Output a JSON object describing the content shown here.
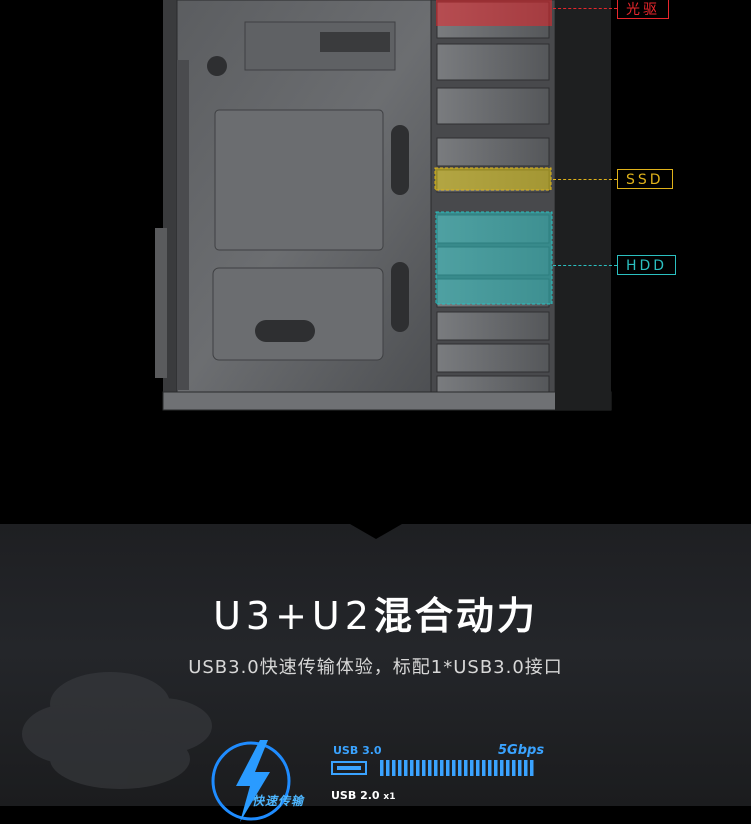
{
  "callouts": {
    "optical": {
      "label": "光驱",
      "color": "#e8262c"
    },
    "ssd": {
      "label": "SSD",
      "color": "#e0b21a"
    },
    "hdd": {
      "label": "HDD",
      "color": "#2bbfc0"
    }
  },
  "promo": {
    "headline_latin": "U3+U2",
    "headline_cn": "混合动力",
    "subline": "USB3.0快速传输体验，标配1*USB3.0接口"
  },
  "usb_graphic": {
    "usb3_label": "USB 3.0",
    "usb3_speed": "5Gbps",
    "usb2_label": "USB 2.0",
    "usb2_count": "x1",
    "fast_label": "快速传输",
    "accent_color": "#3aa3ff"
  }
}
